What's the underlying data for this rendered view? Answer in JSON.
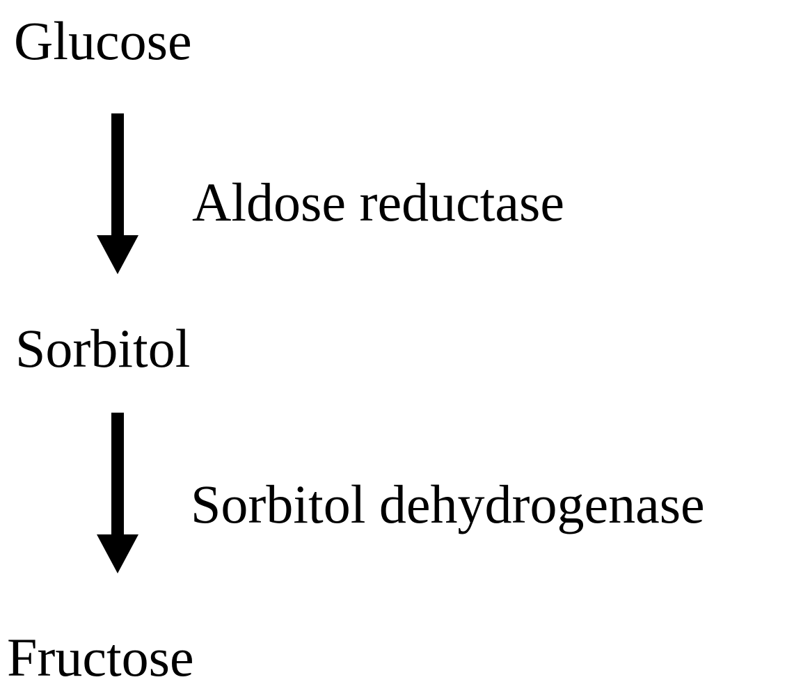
{
  "pathway": {
    "nodes": {
      "glucose": "Glucose",
      "sorbitol": "Sorbitol",
      "fructose": "Fructose"
    },
    "enzymes": {
      "step1": "Aldose reductase",
      "step2": "Sorbitol dehydrogenase"
    },
    "arrow_color": "#000000"
  }
}
